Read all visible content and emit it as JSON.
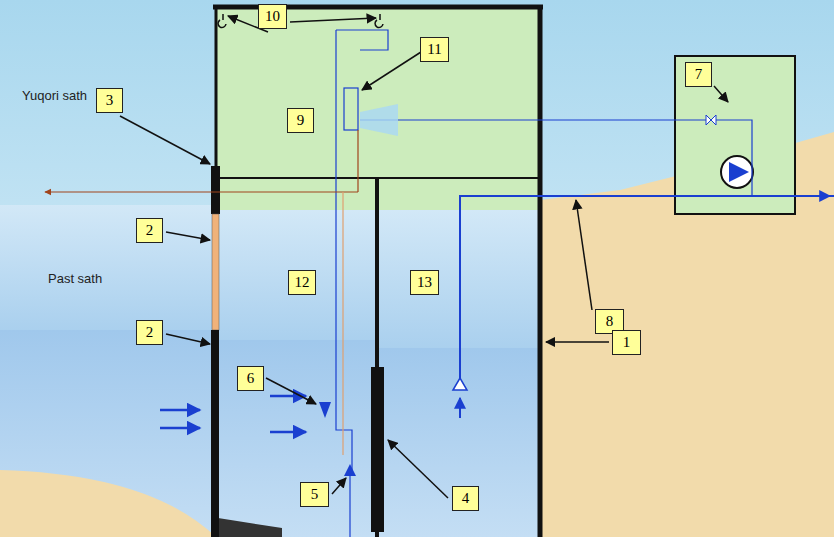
{
  "diagram": {
    "nodes": [
      {
        "text": [
          "10"
        ]
      },
      {
        "text": [
          "3"
        ]
      },
      {
        "text": [
          "7"
        ]
      },
      {
        "text": [
          "11"
        ]
      },
      {
        "text": [
          "9"
        ]
      },
      {
        "text": [
          "2"
        ]
      },
      {
        "text": [
          "12"
        ]
      },
      {
        "text": [
          "13"
        ]
      },
      {
        "text": [
          "8"
        ]
      },
      {
        "text": [
          "2"
        ]
      },
      {
        "text": [
          "1"
        ]
      },
      {
        "text": [
          "6"
        ]
      },
      {
        "text": [
          "5"
        ]
      },
      {
        "text": [
          "4"
        ]
      }
    ],
    "labels": [
      "Yuqori sath",
      "Past sath"
    ]
  }
}
